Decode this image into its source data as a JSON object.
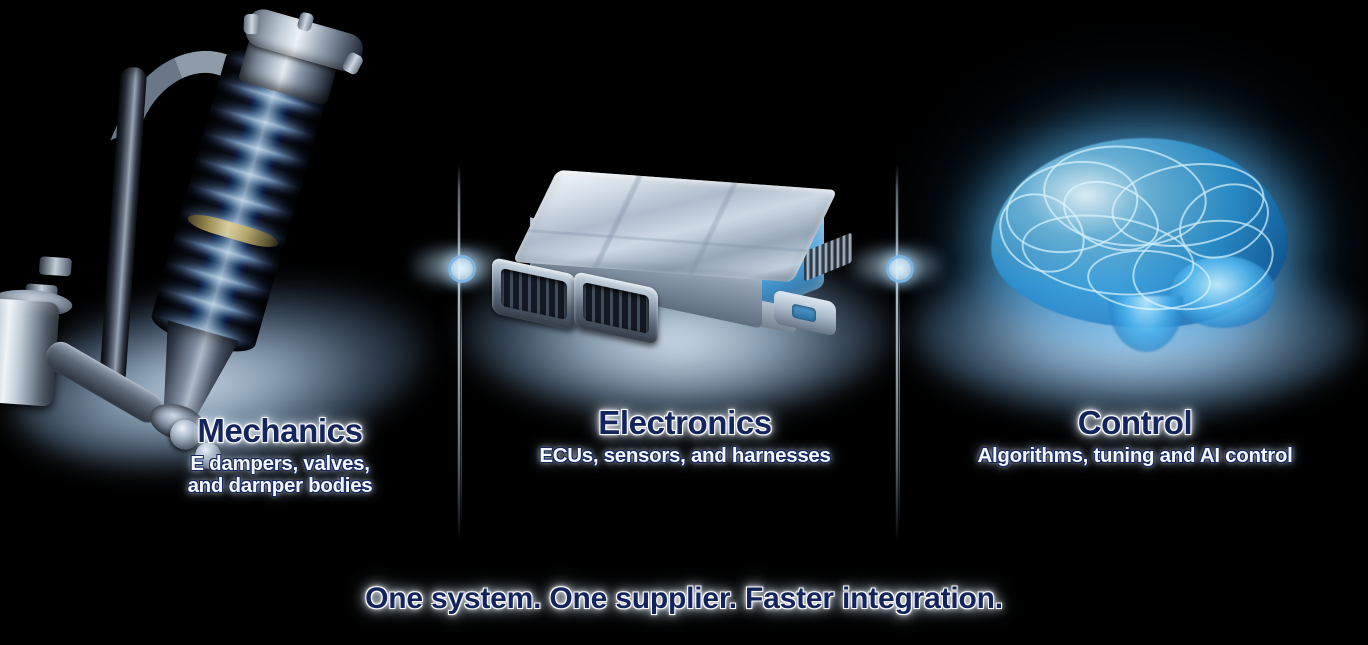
{
  "canvas": {
    "background_color": "#000000",
    "accent_color": "#14245c",
    "glow_color": "#bcdcf5",
    "brain_color": "#39a8e6"
  },
  "pillars": [
    {
      "id": "mechanics",
      "title": "Mechanics",
      "subtitle_line1": "E dampers, valves,",
      "subtitle_line2": "and darnper bodies",
      "artwork": "suspension-damper-image"
    },
    {
      "id": "electronics",
      "title": "Electronics",
      "subtitle_line1": "ECUs, sensors, and harnesses",
      "subtitle_line2": "",
      "artwork": "ecu-module-image"
    },
    {
      "id": "control",
      "title": "Control",
      "subtitle_line1": "Algorithms, tuning and AI control",
      "subtitle_line2": "",
      "artwork": "ai-brain-image"
    }
  ],
  "dividers": [
    {
      "id": "divider-1",
      "node": "connector-node"
    },
    {
      "id": "divider-2",
      "node": "connector-node"
    }
  ],
  "tagline": "One system. One supplier. Faster integration."
}
